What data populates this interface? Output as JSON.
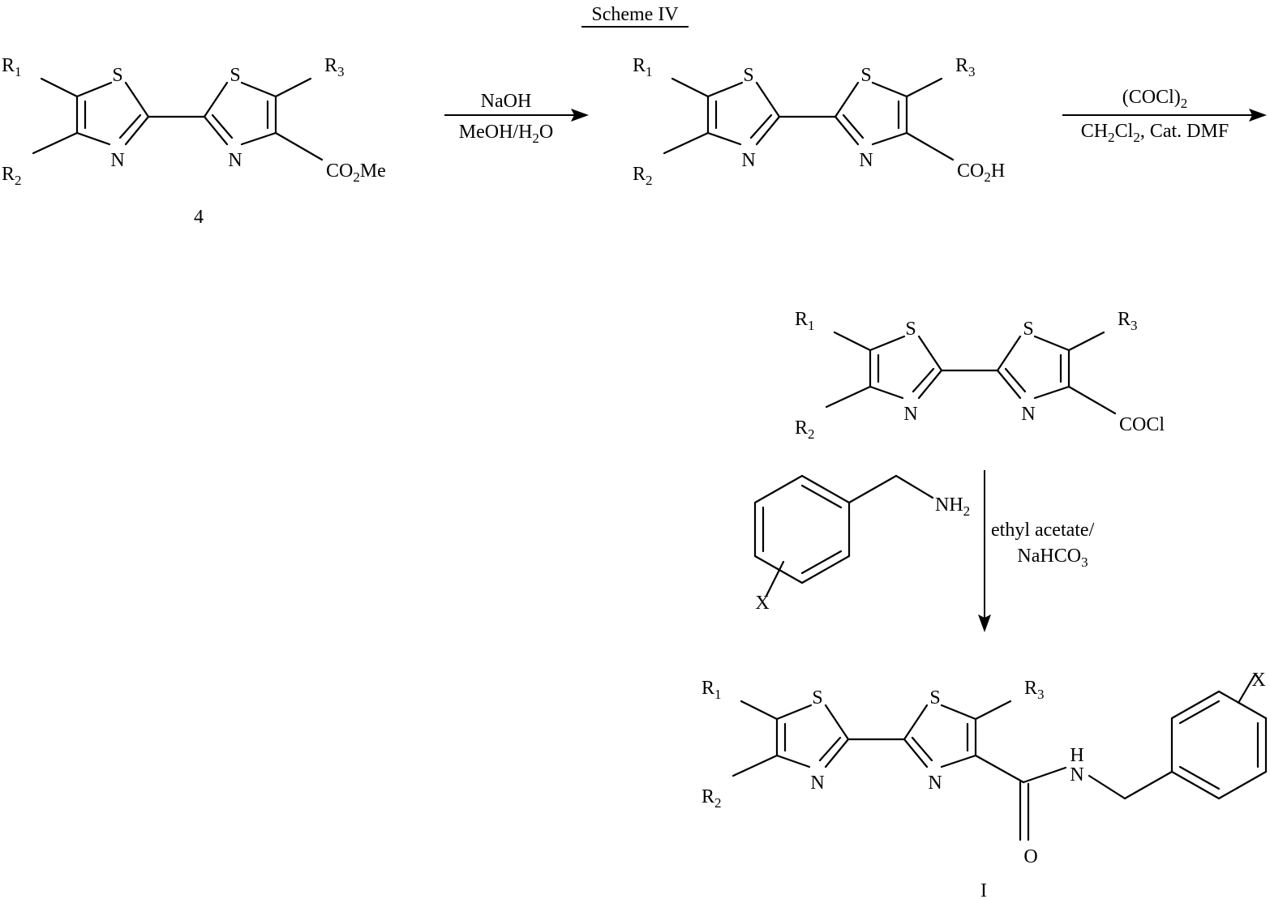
{
  "scheme": {
    "title": "Scheme IV"
  },
  "labels": {
    "R": "R",
    "r1_sub": "1",
    "r2_sub": "2",
    "r3_sub": "3",
    "S": "S",
    "N": "N",
    "X": "X",
    "NH2_main": "NH",
    "NH2_sub": "2",
    "amide_N": "N",
    "amide_H": "H",
    "amide_O": "O"
  },
  "compounds": {
    "ester": {
      "number": "4",
      "group_main": "CO",
      "group_sub": "2",
      "group_tail": "Me"
    },
    "acid": {
      "group_main": "CO",
      "group_sub": "2",
      "group_tail": "H"
    },
    "acid_chloride": {
      "group": "COCl"
    },
    "product": {
      "number": "I"
    }
  },
  "reactions": {
    "step1": {
      "top": "NaOH",
      "bottom_a": "MeOH/H",
      "bottom_sub": "2",
      "bottom_b": "O"
    },
    "step2": {
      "top_a": "(COCl)",
      "top_sub": "2",
      "bottom_a": "CH",
      "bottom_sub1": "2",
      "bottom_b": "Cl",
      "bottom_sub2": "2",
      "bottom_c": ", Cat. DMF"
    },
    "step3": {
      "line1": "ethyl acetate/",
      "line2_a": "NaHCO",
      "line2_sub": "3"
    }
  }
}
